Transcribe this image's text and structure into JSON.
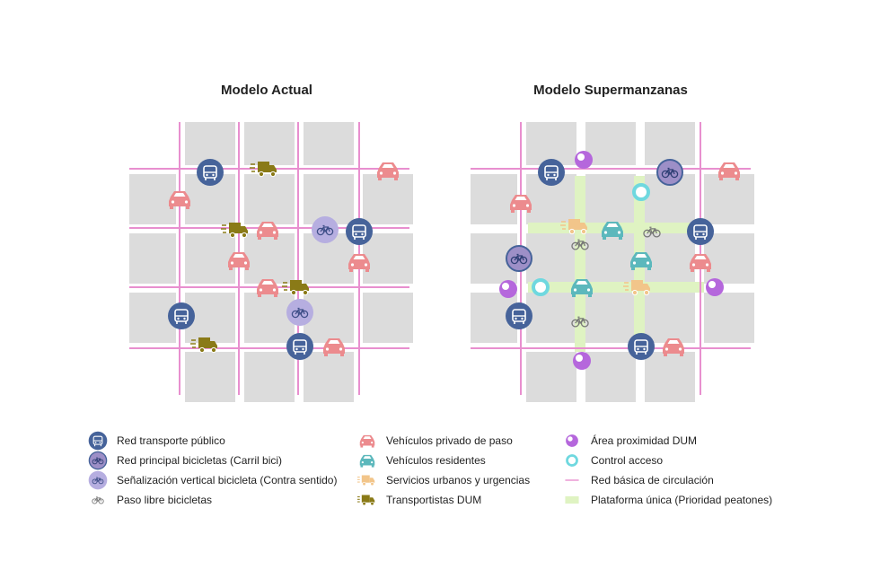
{
  "titles": {
    "left": "Modelo Actual",
    "right": "Modelo Supermanzanas"
  },
  "colors": {
    "block": "#dcdcdc",
    "street_line": "#e88fcf",
    "bus": "#46639a",
    "bike_main": "#9d8fc7",
    "bike_signal": "#b6aee0",
    "car_private": "#ec8b8e",
    "car_resident": "#5cb8bc",
    "service": "#f2c58a",
    "truck": "#8a7a17",
    "dum_area": "#b567dc",
    "access": "#6fd8df",
    "platform": "#dff3c2",
    "bike_free": "#9a9a9a"
  },
  "legend": {
    "col1": [
      {
        "icon": "bus-icon",
        "label": "Red transporte público"
      },
      {
        "icon": "bike-lane-icon",
        "label": "Red principal bicicletas (Carril bici)"
      },
      {
        "icon": "bike-signal-icon",
        "label": "Señalización vertical bicicleta (Contra sentido)"
      },
      {
        "icon": "bike-free-icon",
        "label": "Paso libre bicicletas"
      }
    ],
    "col2": [
      {
        "icon": "car-private-icon",
        "label": "Vehículos privado de paso"
      },
      {
        "icon": "car-resident-icon",
        "label": "Vehículos residentes"
      },
      {
        "icon": "service-truck-icon",
        "label": "Servicios urbanos y urgencias"
      },
      {
        "icon": "delivery-truck-icon",
        "label": "Transportistas DUM"
      }
    ],
    "col3": [
      {
        "icon": "dum-area-icon",
        "label": "Área proximidad DUM"
      },
      {
        "icon": "access-control-icon",
        "label": "Control acceso"
      },
      {
        "icon": "street-line-icon",
        "label": "Red básica de circulación"
      },
      {
        "icon": "platform-icon",
        "label": "Plataforma única (Prioridad peatones)"
      }
    ]
  }
}
